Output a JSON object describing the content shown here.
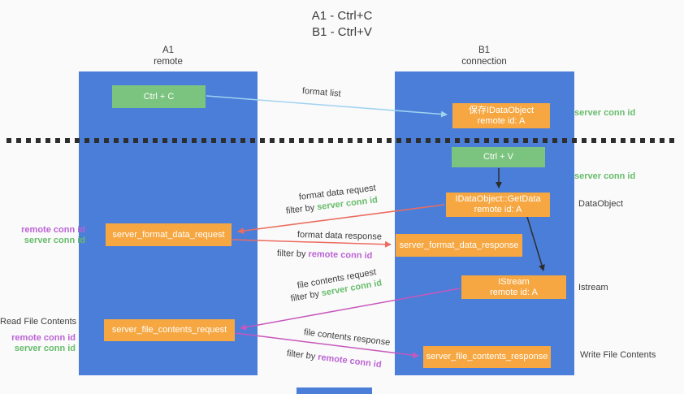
{
  "title": {
    "line1": "A1 - Ctrl+C",
    "line2": "B1 - Ctrl+V"
  },
  "lane_a": {
    "name": "A1",
    "subtitle": "remote"
  },
  "lane_b": {
    "name": "B1",
    "subtitle": "connection"
  },
  "nodes": {
    "ctrl_c": {
      "label": "Ctrl + C"
    },
    "save_idataobject": {
      "line1": "保存IDataObject",
      "line2": "remote id: A"
    },
    "ctrl_v": {
      "label": "Ctrl + V"
    },
    "getdata": {
      "line1": "IDataObject::GetData",
      "line2": "remote id: A"
    },
    "format_request": {
      "label": "server_format_data_request"
    },
    "format_response": {
      "label": "server_format_data_response"
    },
    "istream": {
      "line1": "IStream",
      "line2": "remote id: A"
    },
    "file_request": {
      "label": "server_file_contents_request"
    },
    "file_response": {
      "label": "server_file_contents_response"
    }
  },
  "arrows": {
    "format_list": {
      "label": "format list"
    },
    "format_data_request": {
      "label": "format data request",
      "filter_prefix": "filter by ",
      "filter_key": "server conn id"
    },
    "format_data_response": {
      "label": "format data response",
      "filter_prefix": "filter by ",
      "filter_key": "remote conn id"
    },
    "file_contents_request": {
      "label": "file contents request",
      "filter_prefix": "filter by ",
      "filter_key": "server conn id"
    },
    "file_contents_response": {
      "label": "file contents response",
      "filter_prefix": "filter by ",
      "filter_key": "remote conn id"
    }
  },
  "side_labels": {
    "server_conn_id_top": "server conn id",
    "server_conn_id_mid": "server conn id",
    "dataobject": "DataObject",
    "istream": "Istream",
    "write_file_contents": "Write File Contents",
    "read_file_contents": "Read File Contents",
    "format_remote_conn_id": "remote conn id",
    "format_server_conn_id": "server conn id",
    "file_remote_conn_id": "remote conn id",
    "file_server_conn_id": "server conn id"
  },
  "colors": {
    "lane-blue": "#4a7ed8",
    "box-green": "#7bc47f",
    "box-orange": "#f6a741",
    "text-green": "#67bd6b",
    "text-purple": "#bb63d4",
    "arrow-red": "#ec6c60",
    "arrow-magenta": "#c757bc",
    "arrow-lightblue": "#a0d2f0",
    "arrow-black": "#2d2d2d"
  }
}
